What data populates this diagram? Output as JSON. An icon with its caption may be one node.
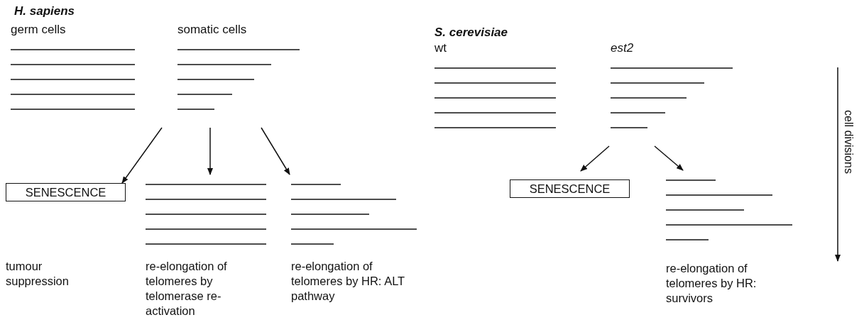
{
  "diagram": {
    "nodes": [
      {
        "text": [
          "germ cells"
        ]
      },
      {
        "text": [
          "somatic cells"
        ]
      },
      {
        "text": [
          "SENESCENCE"
        ]
      },
      {
        "text": [],
        "shape": "picture"
      },
      {
        "text": [],
        "shape": "picture"
      },
      {
        "text": [
          "wt"
        ]
      },
      {
        "text": [
          "est2"
        ]
      },
      {
        "text": [
          "SENESCENCE"
        ]
      },
      {
        "text": [],
        "shape": "picture"
      }
    ],
    "edges": [
      {
        "from": 1,
        "to": 2,
        "arrow": "to"
      },
      {
        "from": 1,
        "to": 3,
        "arrow": "to"
      },
      {
        "from": 1,
        "to": 4,
        "arrow": "to"
      },
      {
        "from": 6,
        "to": 7,
        "arrow": "to"
      },
      {
        "from": 6,
        "to": 8,
        "arrow": "to"
      }
    ],
    "labels": [
      "H. sapiens",
      "S. cerevisiae",
      "cell divisions",
      "tumour suppression",
      "re-elongation of telomeres by telomerase re-activation",
      "re-elongation of telomeres by HR: ALT pathway",
      "re-elongation of telomeres by HR: survivors"
    ]
  }
}
